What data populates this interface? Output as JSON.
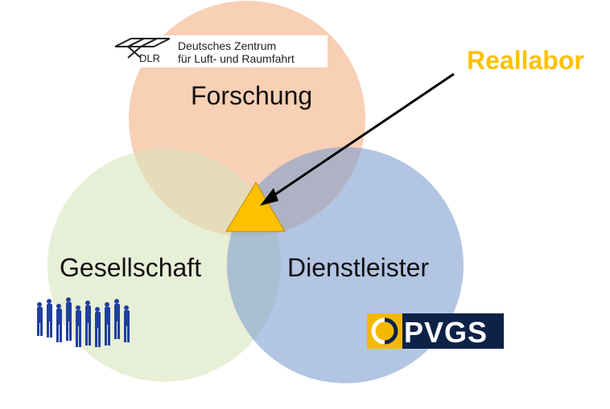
{
  "circles": {
    "top": {
      "label": "Forschung",
      "color": "#f4b183"
    },
    "left": {
      "label": "Gesellschaft",
      "color": "#d8e4bc"
    },
    "right": {
      "label": "Dienstleister",
      "color": "#7f9fcf"
    }
  },
  "callout": {
    "label": "Reallabor",
    "color": "#ffc000"
  },
  "center_triangle_color": "#ffc000",
  "logos": {
    "dlr": {
      "abbr": "DLR",
      "line1": "Deutsches Zentrum",
      "line2": "für Luft- und Raumfahrt"
    },
    "pvgs": {
      "text": "PVGS",
      "bg": "#0e2147",
      "accent": "#f5b800"
    },
    "people_icon": "crowd-silhouette-icon"
  }
}
